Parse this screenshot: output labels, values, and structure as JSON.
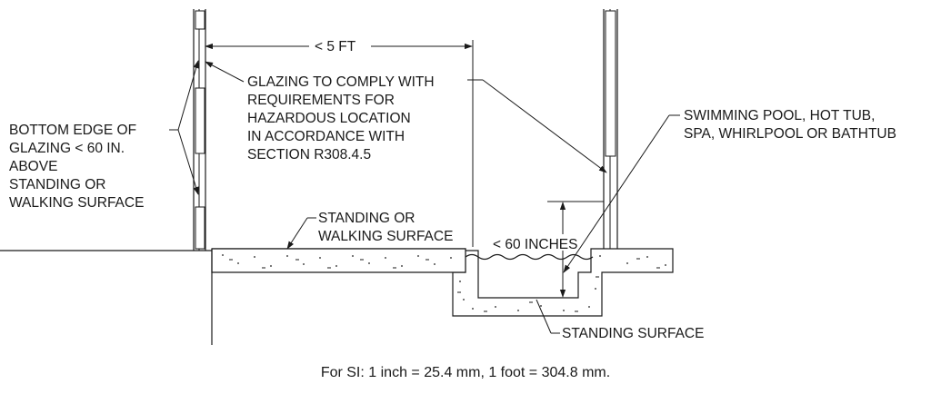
{
  "labels": {
    "dim_5ft": "< 5 FT",
    "glazing_note": [
      "GLAZING TO COMPLY WITH",
      "REQUIREMENTS FOR",
      "HAZARDOUS LOCATION",
      "IN ACCORDANCE WITH",
      "SECTION R308.4.5"
    ],
    "bottom_edge_note": [
      "BOTTOM EDGE OF",
      "GLAZING < 60 IN.",
      "ABOVE",
      "STANDING OR",
      "WALKING SURFACE"
    ],
    "pool_note": [
      "SWIMMING POOL, HOT TUB,",
      "SPA, WHIRLPOOL OR BATHTUB"
    ],
    "standing_walking": [
      "STANDING OR",
      "WALKING SURFACE"
    ],
    "dim_60in": "< 60 INCHES",
    "standing_surface": "STANDING SURFACE",
    "footnote": "For SI:  1 inch = 25.4 mm, 1 foot = 304.8 mm."
  },
  "colors": {
    "ink": "#1a1a1a",
    "background": "#ffffff"
  }
}
